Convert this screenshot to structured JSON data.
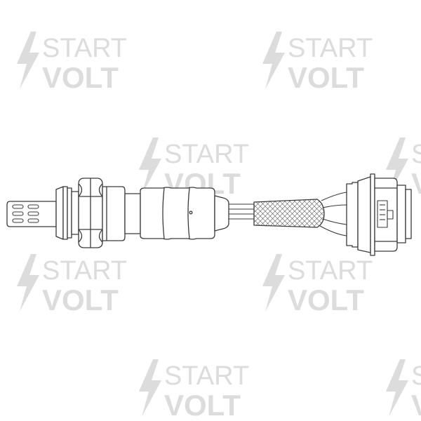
{
  "watermark": {
    "line1": "START",
    "line2": "VOLT",
    "color": "#dcdcdc",
    "icon": "lightning-bolt-icon"
  },
  "drawing": {
    "subject": "oxygen-sensor",
    "stroke_color": "#3a3a3a",
    "fill_color": "#ffffff"
  }
}
